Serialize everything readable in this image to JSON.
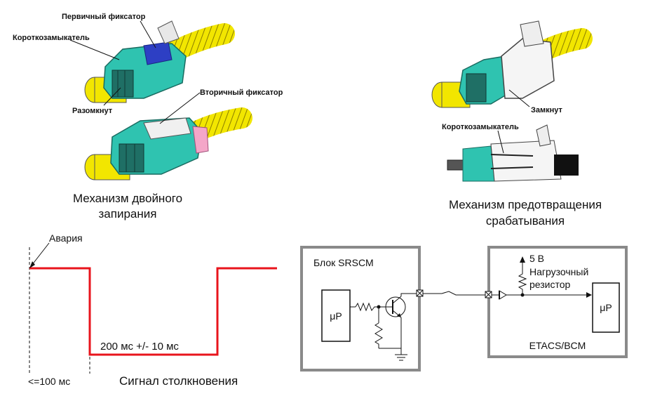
{
  "top_left": {
    "primary_lock": "Первичный фиксатор",
    "shorting_bar": "Короткозамыкатель",
    "open": "Разомкнут",
    "secondary_lock": "Вторичный фиксатор",
    "caption_line1": "Механизм двойного",
    "caption_line2": "запирания"
  },
  "top_right": {
    "closed": "Замкнут",
    "shorting_bar": "Короткозамыкатель",
    "caption_line1": "Механизм предотвращения",
    "caption_line2": "срабатывания"
  },
  "signal": {
    "crash": "Авария",
    "pulse": "200 мс +/- 10 мс",
    "delay": "<=100 мс",
    "caption": "Сигнал столкновения"
  },
  "circuit": {
    "srscm_title": "Блок SRSCM",
    "mcu_left": "μP",
    "voltage": "5 В",
    "pullup_line1": "Нагрузочный",
    "pullup_line2": "резистор",
    "mcu_right": "μP",
    "bcm_label": "ETACS/BCM"
  },
  "colors": {
    "connector_teal": "#2fc3b0",
    "cable_yellow": "#f2e600",
    "signal_red": "#e8141c",
    "box_gray": "#8a8a8a"
  }
}
